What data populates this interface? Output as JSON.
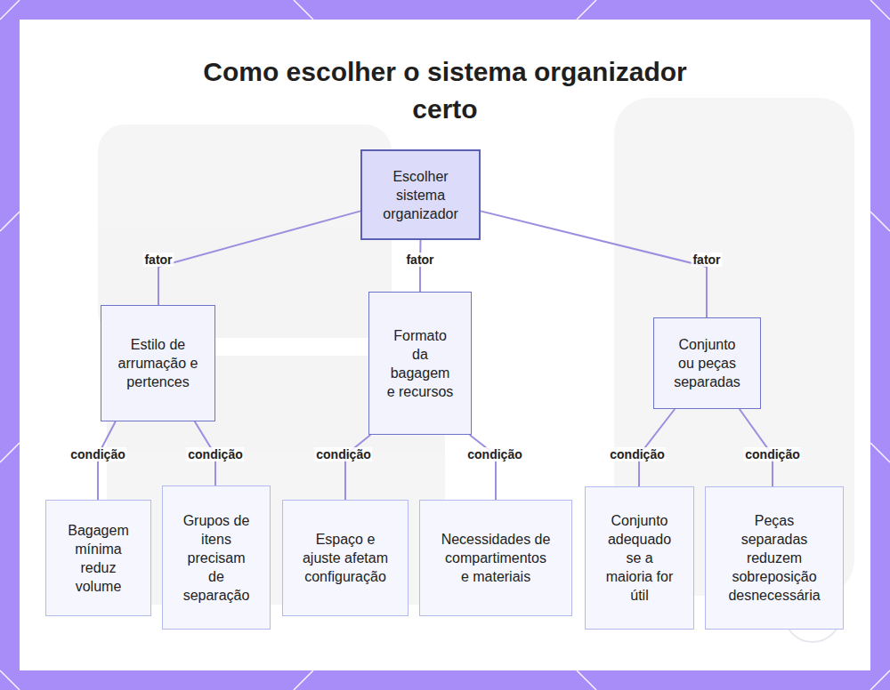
{
  "diagram": {
    "title": "Como escolher o sistema organizador certo",
    "nodes": [
      {
        "text": [
          "Escolher sistema organizador"
        ]
      },
      {
        "text": [
          "Estilo de arrumação e pertences"
        ]
      },
      {
        "text": [
          "Formato da bagagem e recursos"
        ]
      },
      {
        "text": [
          "Conjunto ou peças separadas"
        ]
      },
      {
        "text": [
          "Bagagem mínima reduz volume"
        ]
      },
      {
        "text": [
          "Grupos de itens precisam de separação"
        ]
      },
      {
        "text": [
          "Espaço e ajuste afetam configuração"
        ]
      },
      {
        "text": [
          "Necessidades de compartimentos e materiais"
        ]
      },
      {
        "text": [
          "Conjunto adequado se a maioria for útil"
        ]
      },
      {
        "text": [
          "Peças separadas reduzem sobreposição desnecessária"
        ]
      }
    ],
    "edges": [
      {
        "from": 0,
        "to": 1,
        "label": "fator",
        "arrow": "none"
      },
      {
        "from": 0,
        "to": 2,
        "label": "fator",
        "arrow": "none"
      },
      {
        "from": 0,
        "to": 3,
        "label": "fator",
        "arrow": "none"
      },
      {
        "from": 1,
        "to": 4,
        "label": "condição",
        "arrow": "none"
      },
      {
        "from": 1,
        "to": 5,
        "label": "condição",
        "arrow": "none"
      },
      {
        "from": 2,
        "to": 6,
        "label": "condição",
        "arrow": "none"
      },
      {
        "from": 2,
        "to": 7,
        "label": "condição",
        "arrow": "none"
      },
      {
        "from": 3,
        "to": 8,
        "label": "condição",
        "arrow": "none"
      },
      {
        "from": 3,
        "to": 9,
        "label": "condição",
        "arrow": "none"
      }
    ]
  }
}
